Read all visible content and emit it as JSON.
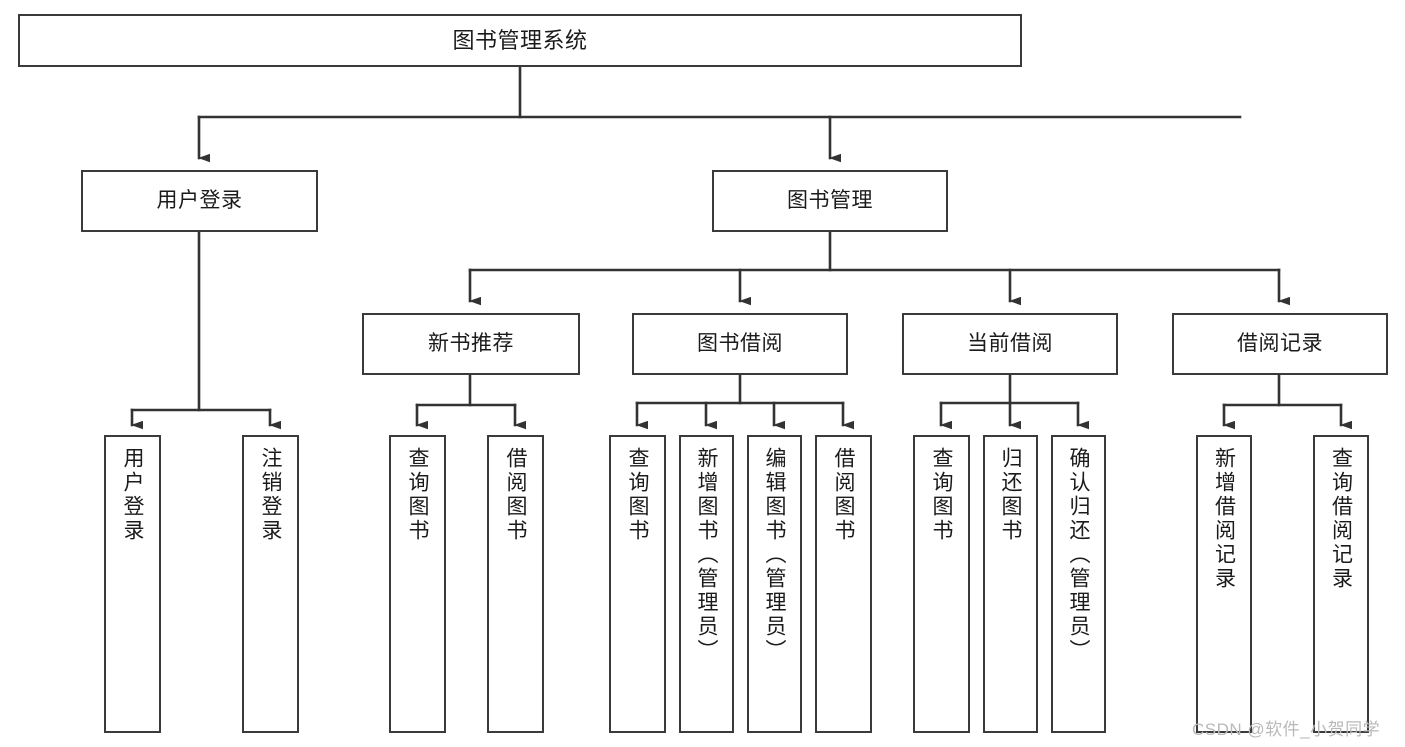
{
  "diagram": {
    "title": "图书管理系统",
    "watermark": "CSDN @软件_小贺同学",
    "colors": {
      "background": "#ffffff",
      "box_border": "#3a3a3a",
      "box_fill": "#ffffff",
      "text": "#1b1b1b",
      "connector": "#333333",
      "watermark": "#b9b9b9"
    },
    "root": {
      "label": "图书管理系统"
    },
    "level2": [
      {
        "label": "用户登录"
      },
      {
        "label": "图书管理"
      }
    ],
    "level3": [
      {
        "label": "新书推荐"
      },
      {
        "label": "图书借阅"
      },
      {
        "label": "当前借阅"
      },
      {
        "label": "借阅记录"
      }
    ],
    "leaves": {
      "user_login": [
        {
          "label": "用户登录"
        },
        {
          "label": "注销登录"
        }
      ],
      "new_book_recommend": [
        {
          "label": "查询图书"
        },
        {
          "label": "借阅图书"
        }
      ],
      "book_borrow": [
        {
          "label": "查询图书"
        },
        {
          "label": "新增图书（管理员）"
        },
        {
          "label": "编辑图书（管理员）"
        },
        {
          "label": "借阅图书"
        }
      ],
      "current_borrow": [
        {
          "label": "查询图书"
        },
        {
          "label": "归还图书"
        },
        {
          "label": "确认归还（管理员）"
        }
      ],
      "borrow_record": [
        {
          "label": "新增借阅记录"
        },
        {
          "label": "查询借阅记录"
        }
      ]
    }
  }
}
